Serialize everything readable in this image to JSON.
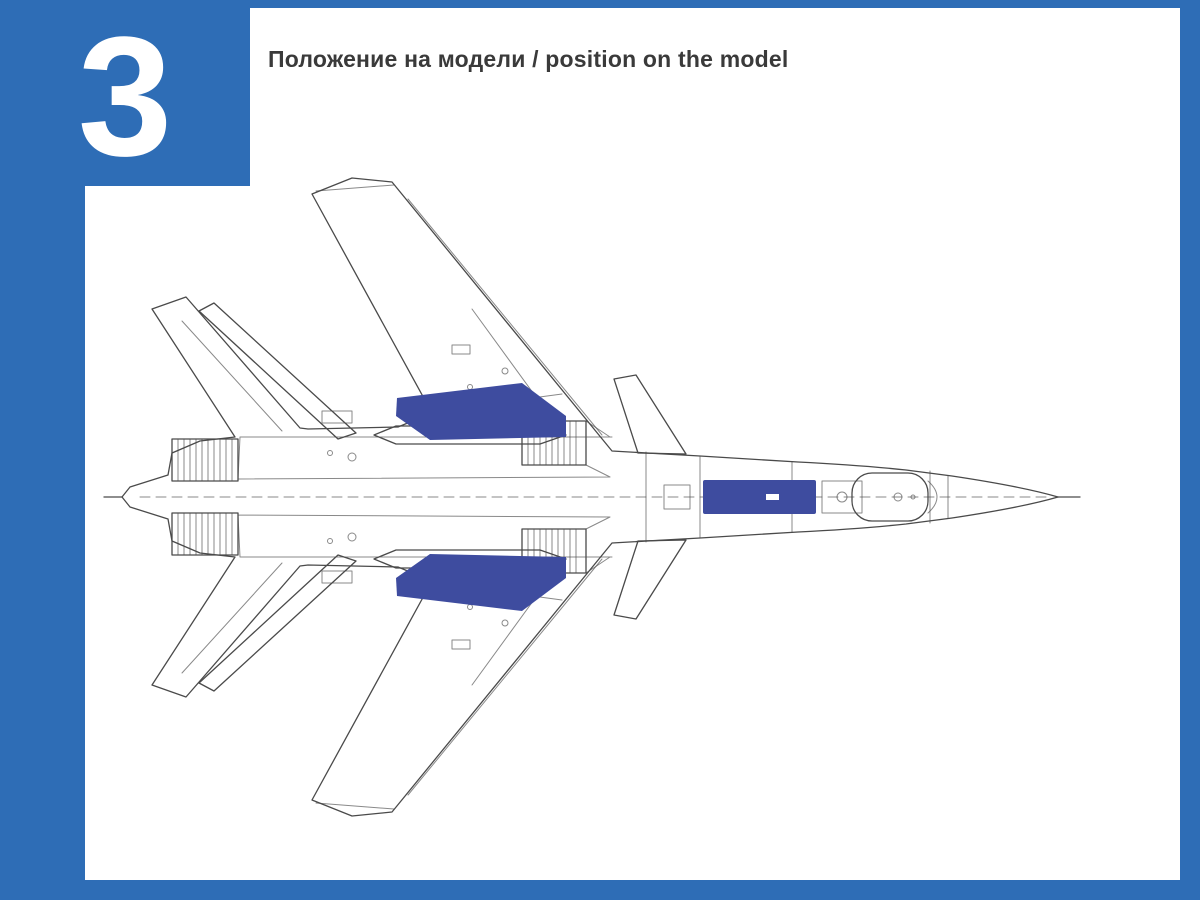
{
  "colors": {
    "accent": "#2e6db6",
    "highlight": "#3e4c9f",
    "line": "#4a4a4a",
    "title_text": "#3a3a3a"
  },
  "step": {
    "number": "3"
  },
  "header": {
    "title": "Положение на модели / position on the model"
  },
  "diagram": {
    "subject": "aircraft-top-view",
    "highlight_regions": [
      "upper-wing-root-stripe",
      "lower-wing-root-stripe",
      "forward-fuselage-panel"
    ]
  }
}
